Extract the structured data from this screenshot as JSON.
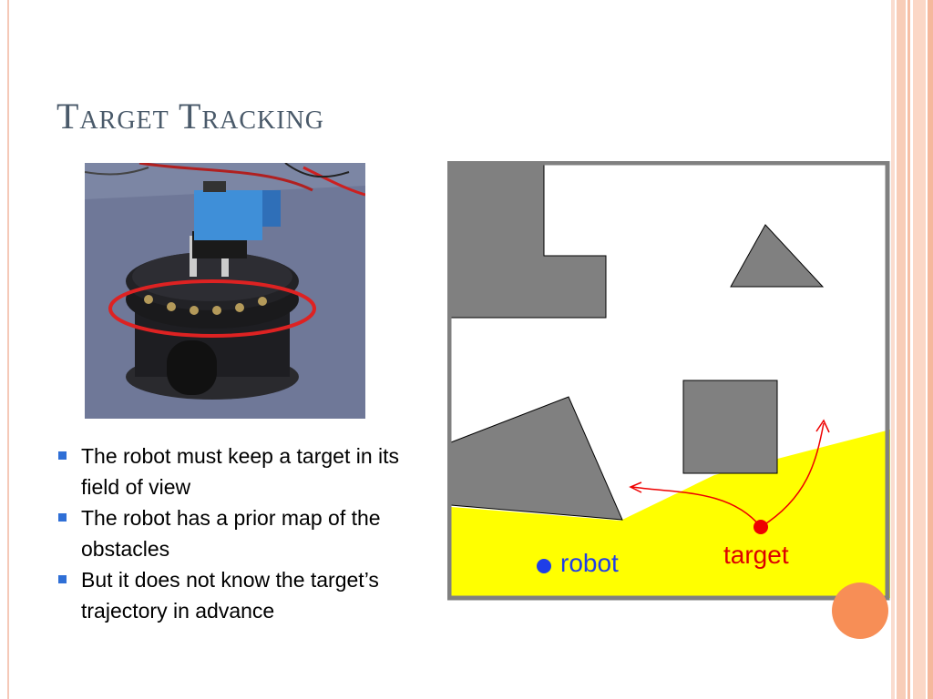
{
  "slide": {
    "title": "Target Tracking",
    "bullets": [
      "The robot must keep a target in its field of view",
      "The robot has a prior map of the obstacles",
      "But it does not know the target’s trajectory in advance"
    ]
  },
  "map": {
    "robot_label": "robot",
    "target_label": "target",
    "colors": {
      "obstacle": "#808080",
      "visible_region": "#ffff00",
      "robot": "#1f3ee8",
      "target": "#ee0000",
      "frame": "#808080",
      "label_robot": "#1f3ee8",
      "label_target": "#dd0000"
    }
  },
  "theme": {
    "title_color": "#4a5a6a",
    "bullet_color": "#2f6fd6",
    "accent_circle": "#f78e56"
  }
}
